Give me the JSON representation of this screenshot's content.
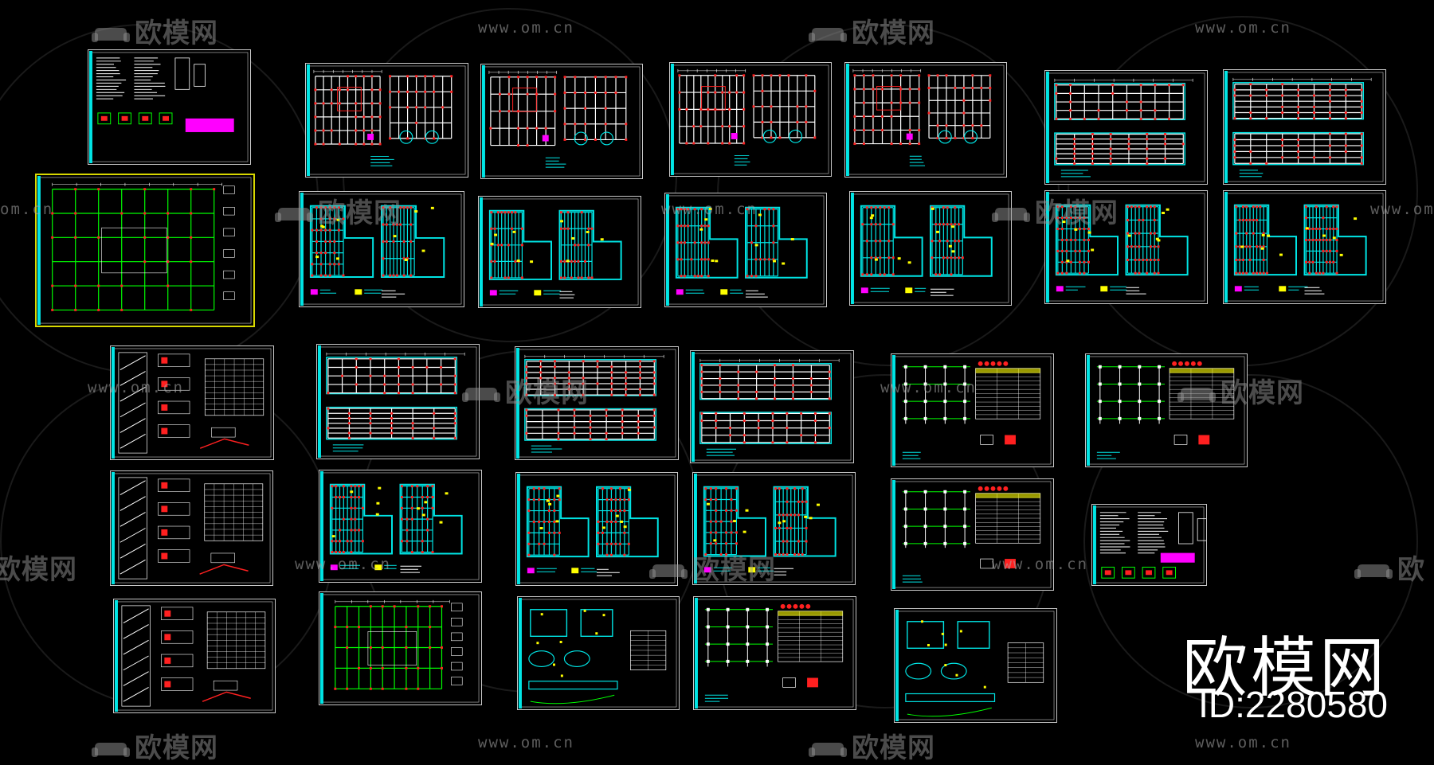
{
  "watermark": {
    "brand": "欧模网",
    "url": "www.om.cn",
    "url_partial": "om.cn",
    "brand_partial_left": "欧模网",
    "brand_partial_right": "欧"
  },
  "corner_brand": {
    "title": "欧模网",
    "id_label": "ID:2280580"
  },
  "colors": {
    "background": "#000000",
    "sheet_border": "#c8c8c8",
    "selected_border": "#d8d800",
    "cyan": "#00e5e5",
    "green": "#00ff00",
    "red": "#ff2020",
    "yellow": "#ffff00",
    "magenta": "#ff00ff",
    "white": "#ffffff"
  },
  "sheets": [
    {
      "id": "s01",
      "type": "notes"
    },
    {
      "id": "s02",
      "type": "grid-plan",
      "selected": true
    },
    {
      "id": "s03",
      "type": "floor-plan"
    },
    {
      "id": "s04",
      "type": "floor-plan"
    },
    {
      "id": "s05",
      "type": "floor-plan"
    },
    {
      "id": "s06",
      "type": "floor-plan"
    },
    {
      "id": "s07",
      "type": "long-plan"
    },
    {
      "id": "s08",
      "type": "long-plan"
    },
    {
      "id": "s09",
      "type": "beam-plan"
    },
    {
      "id": "s10",
      "type": "beam-plan"
    },
    {
      "id": "s11",
      "type": "beam-plan"
    },
    {
      "id": "s12",
      "type": "beam-plan"
    },
    {
      "id": "s13",
      "type": "beam-plan"
    },
    {
      "id": "s14",
      "type": "beam-plan"
    },
    {
      "id": "s15",
      "type": "stair-detail"
    },
    {
      "id": "s16",
      "type": "long-plan"
    },
    {
      "id": "s17",
      "type": "long-plan"
    },
    {
      "id": "s18",
      "type": "long-plan"
    },
    {
      "id": "s19",
      "type": "column-table"
    },
    {
      "id": "s20",
      "type": "column-table"
    },
    {
      "id": "s21",
      "type": "stair-detail"
    },
    {
      "id": "s22",
      "type": "beam-plan"
    },
    {
      "id": "s23",
      "type": "beam-plan"
    },
    {
      "id": "s24",
      "type": "beam-plan"
    },
    {
      "id": "s25",
      "type": "column-table"
    },
    {
      "id": "s26",
      "type": "notes"
    },
    {
      "id": "s27",
      "type": "stair-detail"
    },
    {
      "id": "s28",
      "type": "grid-plan"
    },
    {
      "id": "s29",
      "type": "detail"
    },
    {
      "id": "s30",
      "type": "column-table"
    },
    {
      "id": "s31",
      "type": "detail"
    }
  ]
}
